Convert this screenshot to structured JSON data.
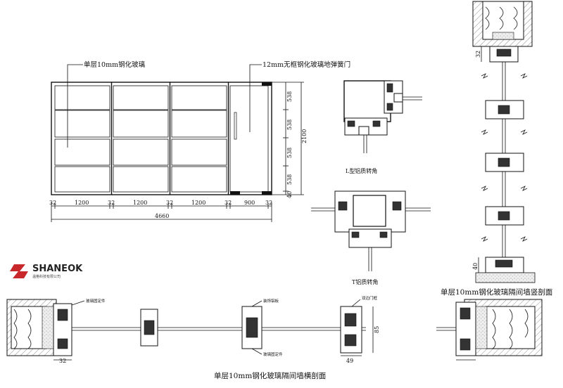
{
  "elevation": {
    "callout_glass": "单层10mm钢化玻璃",
    "callout_door": "12mm无框钢化玻璃地弹簧门",
    "bottom_dims": [
      "32",
      "1200",
      "32",
      "1200",
      "32",
      "1200",
      "32",
      "900",
      "32"
    ],
    "total_width": "4660",
    "right_dims": [
      "538",
      "538",
      "538",
      "538",
      "40"
    ],
    "total_height": "2100"
  },
  "details": {
    "l_corner_label": "L型铝质转角",
    "t_corner_label": "T铝质转角"
  },
  "vertical_section": {
    "title": "单层10mm钢化玻璃隔间墙竖剖面",
    "top_dim": "32",
    "bottom_dim": "40"
  },
  "horizontal_section": {
    "title": "单层10mm钢化玻璃隔间墙横剖面",
    "labels": {
      "glass_fix_left": "玻璃固定件",
      "glass_fix_mid": "玻璃固定件",
      "decor_board": "装饰铝板",
      "door_frame": "双边门框"
    },
    "dim_32": "32",
    "dim_85": "85",
    "dim_49": "49"
  },
  "brand": {
    "name": "SHANEOK",
    "subtitle": "温格科技有限公司"
  }
}
